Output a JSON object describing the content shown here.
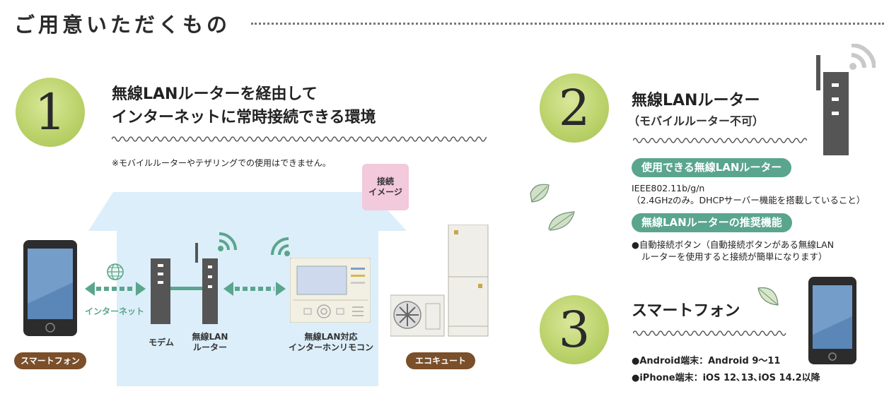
{
  "page_title": "ご用意いただくもの",
  "section1": {
    "number": "1",
    "heading_line1": "無線LANルーターを経由して",
    "heading_line2": "インターネットに常時接続できる環境",
    "note": "※モバイルルーターやテザリングでの使用はできません。"
  },
  "diagram": {
    "image_badge_line1": "接続",
    "image_badge_line2": "イメージ",
    "internet_label": "インターネット",
    "modem_label": "モデム",
    "router_label_line1": "無線LAN",
    "router_label_line2": "ルーター",
    "remote_label_line1": "無線LAN対応",
    "remote_label_line2": "インターホンリモコン",
    "smartphone_pill": "スマートフォン",
    "ecocute_pill": "エコキュート"
  },
  "section2": {
    "number": "2",
    "heading": "無線LANルーター",
    "subheading": "（モバイルルーター不可）",
    "usable_pill": "使用できる無線LANルーター",
    "usable_line1": "IEEE802.11b/g/n",
    "usable_line2": "（2.4GHzのみ。DHCPサーバー機能を搭載していること）",
    "recommended_pill": "無線LANルーターの推奨機能",
    "recommended_line1": "●自動接続ボタン（自動接続ボタンがある無線LAN",
    "recommended_line2": "ルーターを使用すると接続が簡単になります）"
  },
  "section3": {
    "number": "3",
    "heading": "スマートフォン",
    "android": "●Android端末：Android 9～11",
    "iphone": "●iPhone端末：iOS 12､13､iOS 14.2以降"
  },
  "colors": {
    "accent_green": "#5aa58e",
    "circle_green": "#bcd36c",
    "pill_brown": "#7a4f2a",
    "house_blue": "#dceef9",
    "badge_pink": "#f3c9dc"
  }
}
